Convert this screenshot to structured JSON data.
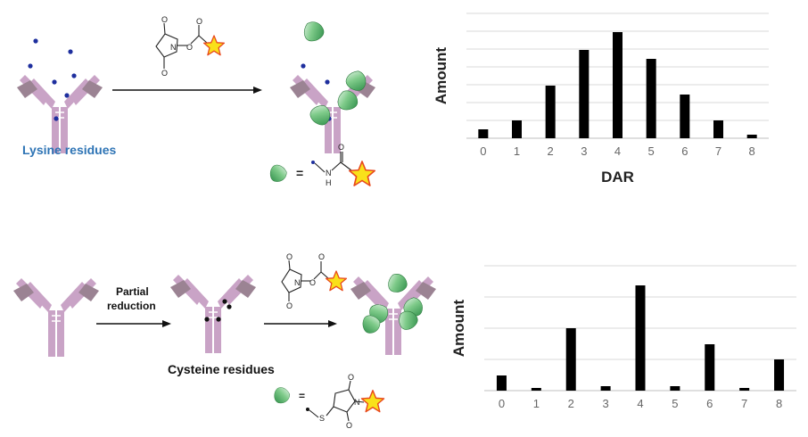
{
  "colors": {
    "antibody_light": "#c9a3c6",
    "antibody_dark": "#9b8393",
    "payload_green": "#56b56a",
    "lysine_text": "#2e74b5",
    "residue_dot": "#1e2f9e",
    "star_fill": "#f9e11a",
    "star_stroke": "#e8491d"
  },
  "top": {
    "residue_label": "Lysine residues",
    "reagent_atoms": {
      "n": "N",
      "o1": "O",
      "o2": "O",
      "o3": "O",
      "o4": "O"
    },
    "legend": {
      "equals": "=",
      "n": "N",
      "h": "H",
      "o": "O"
    }
  },
  "bottom": {
    "step_label_1": "Partial",
    "step_label_2": "reduction",
    "residue_label": "Cysteine residues",
    "reagent_atoms": {
      "n": "N",
      "o1": "O",
      "o2": "O",
      "o3": "O",
      "o4": "O"
    },
    "legend": {
      "equals": "=",
      "s": "S",
      "n": "N",
      "o1": "O",
      "o2": "O"
    }
  },
  "chart_data": [
    {
      "type": "bar",
      "categories": [
        "0",
        "1",
        "2",
        "3",
        "4",
        "5",
        "6",
        "7",
        "8"
      ],
      "values": [
        1.0,
        2.0,
        5.9,
        9.9,
        11.9,
        8.9,
        4.9,
        2.0,
        0.4
      ],
      "xlabel": "DAR",
      "ylabel": "Amount",
      "ylim": [
        0,
        14
      ],
      "grid": true
    },
    {
      "type": "bar",
      "categories": [
        "0",
        "1",
        "2",
        "3",
        "4",
        "5",
        "6",
        "7",
        "8"
      ],
      "values": [
        0.85,
        0.15,
        3.5,
        0.25,
        5.9,
        0.25,
        2.6,
        0.15,
        1.75
      ],
      "xlabel": "",
      "ylabel": "Amount",
      "ylim": [
        0,
        7
      ],
      "grid": true
    }
  ]
}
